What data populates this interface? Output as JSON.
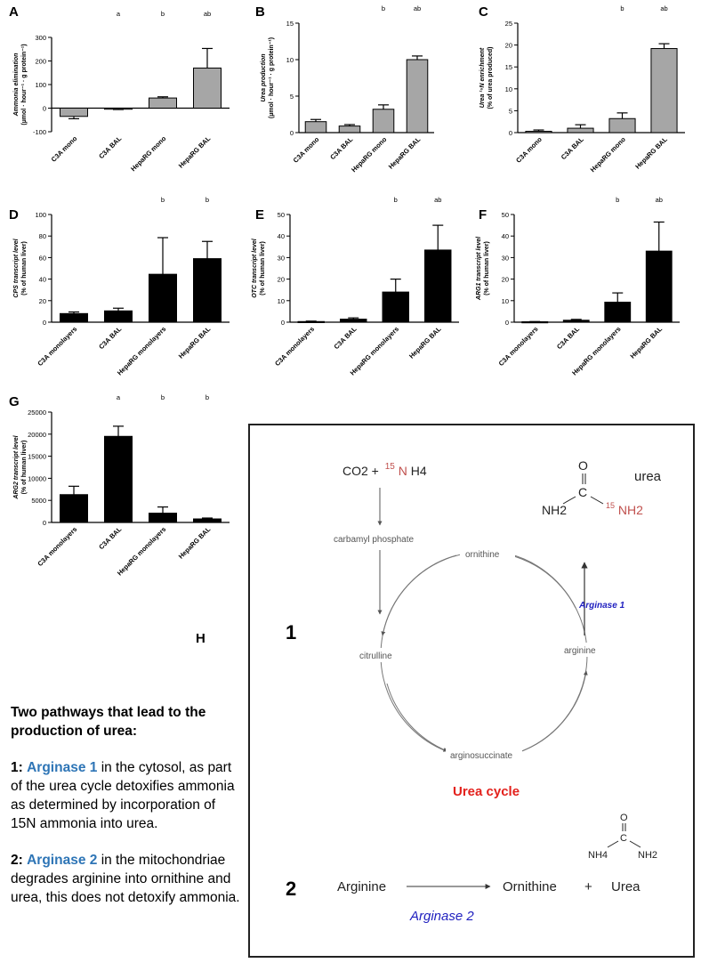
{
  "chart_data": [
    {
      "id": "A",
      "type": "bar",
      "panel_letter": "A",
      "ylabel_lines": [
        "Ammonia elimination",
        "(µmol · hour⁻¹ · g protein⁻¹)"
      ],
      "ylim": [
        -100,
        300
      ],
      "yticks": [
        -100,
        0,
        100,
        200,
        300
      ],
      "categories": [
        "C3A mono",
        "C3A BAL",
        "HepaRG mono",
        "HepaRG BAL"
      ],
      "values": [
        -35,
        -3,
        43,
        170
      ],
      "errors": [
        10,
        3,
        5,
        83
      ],
      "sig": [
        "",
        "a",
        "b",
        "ab"
      ],
      "color": "#a6a6a6"
    },
    {
      "id": "B",
      "type": "bar",
      "panel_letter": "B",
      "ylabel_lines": [
        "Urea production",
        "(µmol · hour⁻¹ · g protein⁻¹)"
      ],
      "ylim": [
        0,
        15
      ],
      "yticks": [
        0,
        5,
        10,
        15
      ],
      "categories": [
        "C3A mono",
        "C3A BAL",
        "HepaRG mono",
        "HepaRG BAL"
      ],
      "values": [
        1.5,
        0.9,
        3.2,
        10
      ],
      "errors": [
        0.3,
        0.2,
        0.6,
        0.5
      ],
      "sig": [
        "",
        "",
        "b",
        "ab"
      ],
      "color": "#a6a6a6"
    },
    {
      "id": "C",
      "type": "bar",
      "panel_letter": "C",
      "ylabel_lines": [
        "Urea ¹⁵N enrichment",
        "(% of urea produced)"
      ],
      "ylim": [
        0,
        25
      ],
      "yticks": [
        0,
        5,
        10,
        15,
        20,
        25
      ],
      "categories": [
        "C3A mono",
        "C3A BAL",
        "HepaRG mono",
        "HepaRG BAL"
      ],
      "values": [
        0.3,
        1.0,
        3.2,
        19.2
      ],
      "errors": [
        0.3,
        0.8,
        1.3,
        1.1
      ],
      "sig": [
        "",
        "",
        "b",
        "ab"
      ],
      "color": "#a6a6a6"
    },
    {
      "id": "D",
      "type": "bar",
      "panel_letter": "D",
      "ylabel_lines": [
        "CPS transcript level",
        "(% of human liver)"
      ],
      "ylim": [
        0,
        100
      ],
      "yticks": [
        0,
        20,
        40,
        60,
        80,
        100
      ],
      "categories": [
        "C3A monolayers",
        "C3A BAL",
        "HepaRG monolayers",
        "HepaRG BAL"
      ],
      "values": [
        8,
        10.5,
        44.5,
        59
      ],
      "errors": [
        1.5,
        2.5,
        34,
        16
      ],
      "sig": [
        "",
        "",
        "b",
        "b"
      ],
      "color": "#000000"
    },
    {
      "id": "E",
      "type": "bar",
      "panel_letter": "E",
      "ylabel_lines": [
        "OTC transcript level",
        "(% of human liver)"
      ],
      "ylim": [
        0,
        50
      ],
      "yticks": [
        0,
        10,
        20,
        30,
        40,
        50
      ],
      "categories": [
        "C3A monolayers",
        "C3A BAL",
        "HepaRG monolayers",
        "HepaRG BAL"
      ],
      "values": [
        0.3,
        1.4,
        14,
        33.5
      ],
      "errors": [
        0.2,
        0.6,
        6,
        11.5
      ],
      "sig": [
        "",
        "",
        "b",
        "ab"
      ],
      "color": "#000000"
    },
    {
      "id": "F",
      "type": "bar",
      "panel_letter": "F",
      "ylabel_lines": [
        "ARG1 transcript level",
        "(% of human liver)"
      ],
      "ylim": [
        0,
        50
      ],
      "yticks": [
        0,
        10,
        20,
        30,
        40,
        50
      ],
      "categories": [
        "C3A monolayers",
        "C3A BAL",
        "HepaRG monolayers",
        "HepaRG BAL"
      ],
      "values": [
        0.2,
        0.9,
        9.3,
        33
      ],
      "errors": [
        0.1,
        0.4,
        4.3,
        13.5
      ],
      "sig": [
        "",
        "",
        "b",
        "ab"
      ],
      "color": "#000000"
    },
    {
      "id": "G",
      "type": "bar",
      "panel_letter": "G",
      "ylabel_lines": [
        "ARG2 transcript level",
        "(% of human liver)"
      ],
      "ylim": [
        0,
        25000
      ],
      "yticks": [
        0,
        5000,
        10000,
        15000,
        20000,
        25000
      ],
      "categories": [
        "C3A monolayers",
        "C3A BAL",
        "HepaRG monolayers",
        "HepaRG BAL"
      ],
      "values": [
        6300,
        19500,
        2100,
        800
      ],
      "errors": [
        1900,
        2300,
        1400,
        200
      ],
      "sig": [
        "",
        "a",
        "b",
        "b"
      ],
      "color": "#000000"
    }
  ],
  "panel_h": {
    "letter": "H",
    "pathway1_number": "1",
    "pathway2_number": "2",
    "reactant_co2": "CO2 +",
    "reactant_isotope": "15",
    "reactant_n": "N",
    "reactant_h4": "H4",
    "carbamyl": "carbamyl phosphate",
    "ornithine": "ornithine",
    "citrulline": "citrulline",
    "arginine": "arginine",
    "arginosuccinate": "arginosuccinate",
    "arginase1": "Arginase 1",
    "urea_cycle": "Urea cycle",
    "urea_word": "urea",
    "urea_O": "O",
    "urea_C": "C",
    "urea_NH2_left": "NH2",
    "urea_iso": "15",
    "urea_NH2_right": "NH2",
    "p2_O": "O",
    "p2_C": "C",
    "p2_NH4": "NH4",
    "p2_NH2": "NH2",
    "p2_arginine": "Arginine",
    "p2_ornithine": "Ornithine",
    "p2_plus": "+",
    "p2_urea": "Urea",
    "arginase2": "Arginase 2"
  },
  "text": {
    "heading": "Two pathways that lead to the production of urea:",
    "p1_num": "1:",
    "p1_enzyme": "Arginase 1",
    "p1_rest": "in the cytosol, as part of the urea cycle detoxifies ammonia as determined by incorporation of 15N ammonia into urea.",
    "p2_num": "2:",
    "p2_enzyme": "Arginase 2",
    "p2_rest": "in the mitochondriae degrades arginine into ornithine and urea, this does not detoxify ammonia."
  },
  "colors": {
    "grey_bar": "#a6a6a6",
    "black_bar": "#000000",
    "isotope_red": "#c0504d",
    "cycle_red": "#e3211c",
    "enzyme_blue": "#2e75b6",
    "arginase_blue": "#1f1fbf"
  }
}
